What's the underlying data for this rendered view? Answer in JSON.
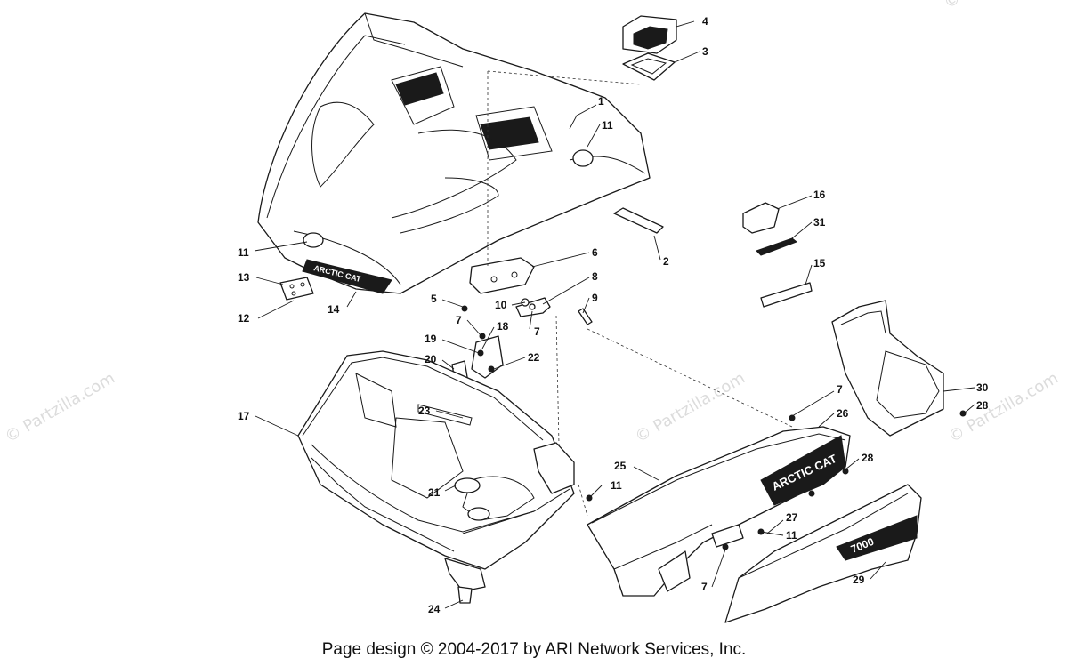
{
  "watermark": "© Partzilla.com",
  "footer": "Page design © 2004-2017 by ARI Network Services, Inc.",
  "decals": {
    "hood": "ARCTIC CAT",
    "side": "ARCTIC CAT",
    "lower": "7000"
  },
  "callouts": [
    "1",
    "2",
    "3",
    "4",
    "5",
    "6",
    "7",
    "7",
    "7",
    "7",
    "8",
    "9",
    "10",
    "11",
    "11",
    "11",
    "11",
    "11",
    "12",
    "13",
    "14",
    "15",
    "16",
    "17",
    "18",
    "19",
    "20",
    "21",
    "22",
    "23",
    "24",
    "25",
    "26",
    "27",
    "28",
    "28",
    "29",
    "30",
    "31"
  ]
}
